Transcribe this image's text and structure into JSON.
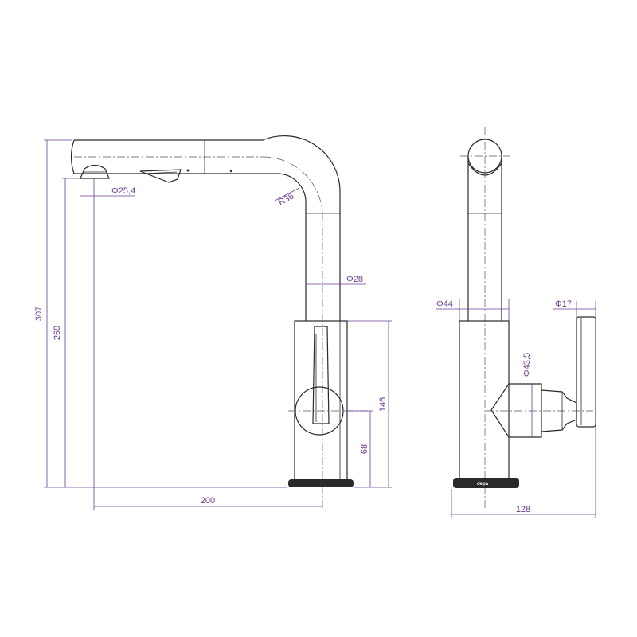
{
  "drawing": {
    "colors": {
      "outline": "#2a2a2a",
      "dimension": "#6a3d8f",
      "base_band": "#2a2a2a"
    },
    "side_view": {
      "dims": {
        "total_height": "307",
        "spout_height": "269",
        "reach": "200",
        "body_height": "146",
        "lever_height": "68",
        "aerator_diameter": "Φ25,4",
        "spout_bend_radius": "R36",
        "spout_diameter": "Φ28"
      }
    },
    "front_view": {
      "dims": {
        "body_diameter": "Φ44",
        "handle_diameter": "Φ17",
        "hub_diameter": "Φ43,5",
        "depth": "128"
      },
      "logo": "depa"
    }
  }
}
